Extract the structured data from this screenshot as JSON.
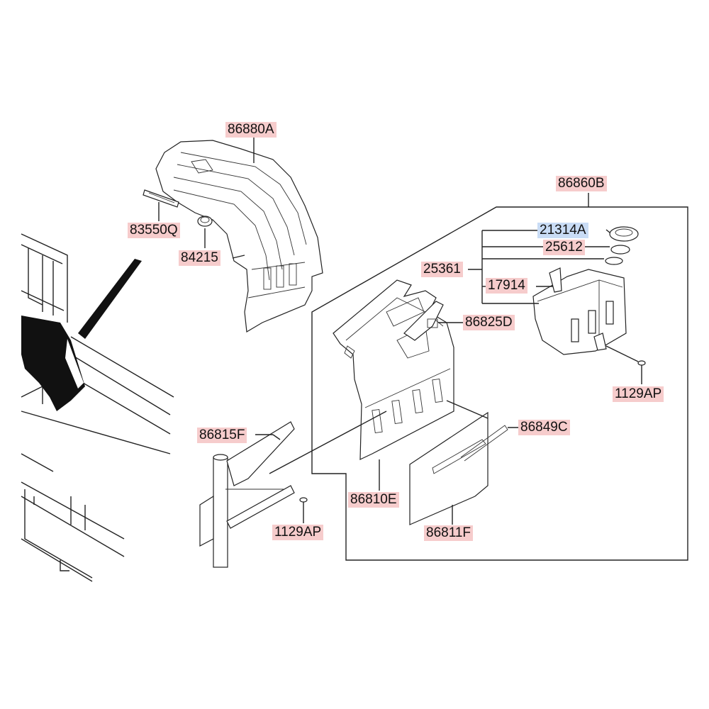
{
  "diagram": {
    "labels": [
      {
        "id": "p86880A",
        "text": "86880A",
        "state": "normal"
      },
      {
        "id": "p83550Q",
        "text": "83550Q",
        "state": "normal"
      },
      {
        "id": "p84215",
        "text": "84215",
        "state": "normal"
      },
      {
        "id": "p86860B",
        "text": "86860B",
        "state": "normal"
      },
      {
        "id": "p21314A",
        "text": "21314A",
        "state": "selected"
      },
      {
        "id": "p25612",
        "text": "25612",
        "state": "normal"
      },
      {
        "id": "p25361",
        "text": "25361",
        "state": "normal"
      },
      {
        "id": "p17914",
        "text": "17914",
        "state": "normal"
      },
      {
        "id": "p86825D",
        "text": "86825D",
        "state": "normal"
      },
      {
        "id": "p1129AP_right",
        "text": "1129AP",
        "state": "normal"
      },
      {
        "id": "p86815F",
        "text": "86815F",
        "state": "normal"
      },
      {
        "id": "p86849C",
        "text": "86849C",
        "state": "normal"
      },
      {
        "id": "p86810E",
        "text": "86810E",
        "state": "normal"
      },
      {
        "id": "p1129AP_left",
        "text": "1129AP",
        "state": "normal"
      },
      {
        "id": "p86811F",
        "text": "86811F",
        "state": "normal"
      }
    ],
    "colors": {
      "label_normal": "#f6cccc",
      "label_selected": "#c9dcf5",
      "line": "#222222"
    }
  }
}
